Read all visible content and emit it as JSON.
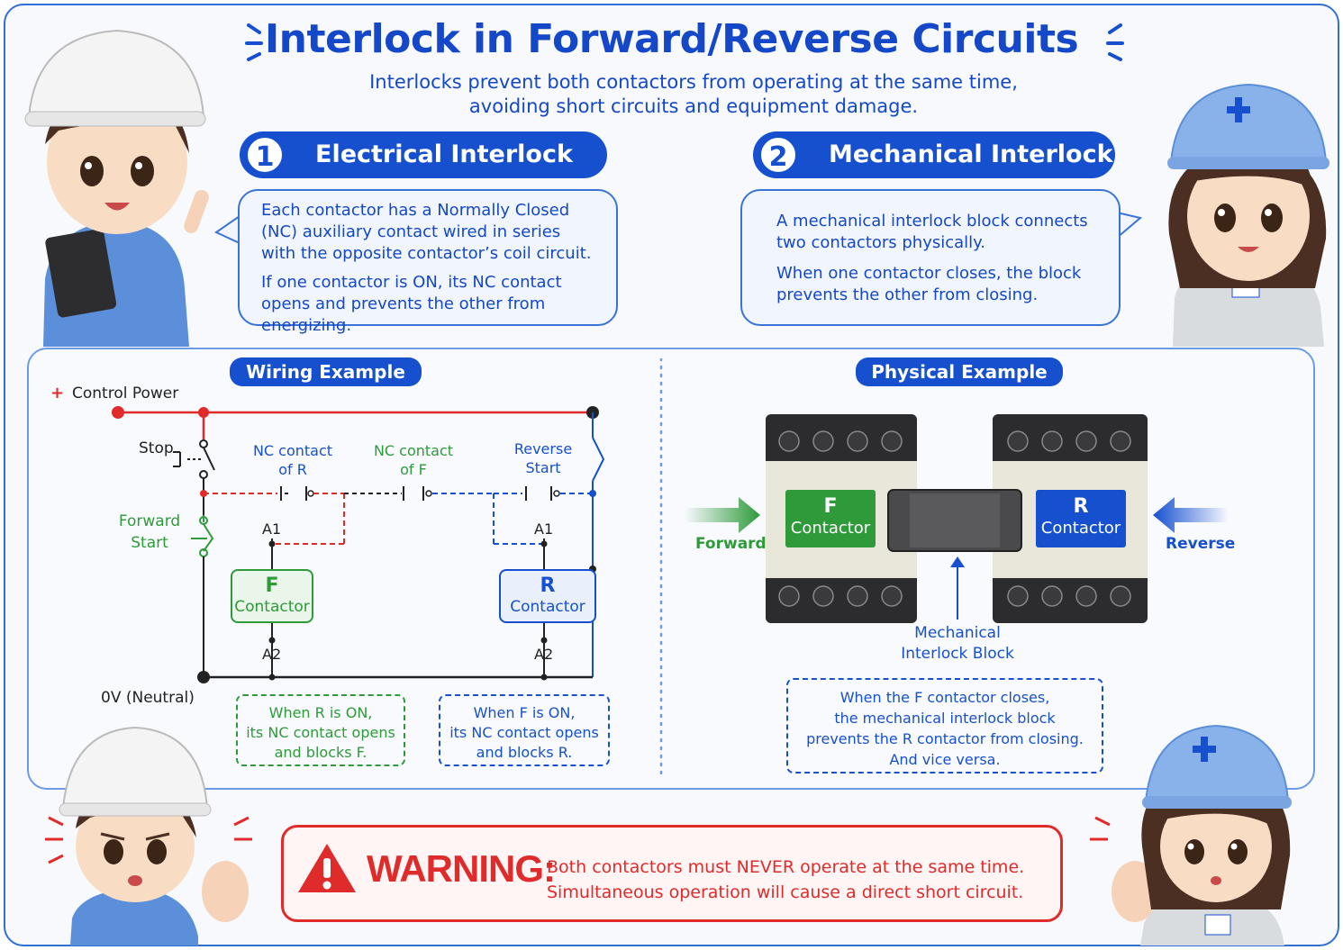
{
  "header": {
    "title": "Interlock in Forward/Reverse Circuits",
    "subtitle_line1": "Interlocks prevent both contactors from operating at the same time,",
    "subtitle_line2": "avoiding short circuits and equipment damage."
  },
  "electrical": {
    "number": "1",
    "heading": "Electrical Interlock",
    "para1": "Each contactor has a Normally Closed (NC) auxiliary contact wired in series with the opposite contactor’s coil circuit.",
    "para2": "If one contactor is ON, its NC contact opens and prevents the other from energizing."
  },
  "mechanical": {
    "number": "2",
    "heading": "Mechanical Interlock",
    "para1": "A mechanical interlock block connects two contactors physically.",
    "para2": "When one contactor closes, the block prevents the other from closing."
  },
  "wiring": {
    "heading": "Wiring Example",
    "plus": "+",
    "control_power": "Control Power",
    "stop": "Stop",
    "nc_of_r_1": "NC contact",
    "nc_of_r_2": "of R",
    "nc_of_f_1": "NC contact",
    "nc_of_f_2": "of F",
    "reverse_start_1": "Reverse",
    "reverse_start_2": "Start",
    "forward_start_1": "Forward",
    "forward_start_2": "Start",
    "a1_left": "A1",
    "a2_left": "A2",
    "a1_right": "A1",
    "a2_right": "A2",
    "f_letter": "F",
    "f_word": "Contactor",
    "r_letter": "R",
    "r_word": "Contactor",
    "neutral": "0V (Neutral)",
    "note_f_1": "When R is ON,",
    "note_f_2": "its NC contact opens",
    "note_f_3": "and blocks F.",
    "note_r_1": "When F is ON,",
    "note_r_2": "its NC contact opens",
    "note_r_3": "and blocks R."
  },
  "physical": {
    "heading": "Physical Example",
    "f_letter": "F",
    "f_word": "Contactor",
    "r_letter": "R",
    "r_word": "Contactor",
    "forward": "Forward",
    "reverse": "Reverse",
    "block_1": "Mechanical",
    "block_2": "Interlock Block",
    "note_1": "When the F contactor closes,",
    "note_2": "the mechanical interlock block",
    "note_3": "prevents the R contactor from closing.",
    "note_4": "And vice versa."
  },
  "warning": {
    "label": "WARNING:",
    "line1": "Both contactors must NEVER operate at the same time.",
    "line2": "Simultaneous operation will cause a direct short circuit."
  },
  "colors": {
    "blue": "#1650cf",
    "red": "#e02b2b",
    "green": "#2e9a3a",
    "dark": "#222222"
  },
  "characters": [
    "engineer-boy-pointing",
    "engineer-girl-smiling",
    "engineer-boy-stop",
    "engineer-girl-stop"
  ]
}
